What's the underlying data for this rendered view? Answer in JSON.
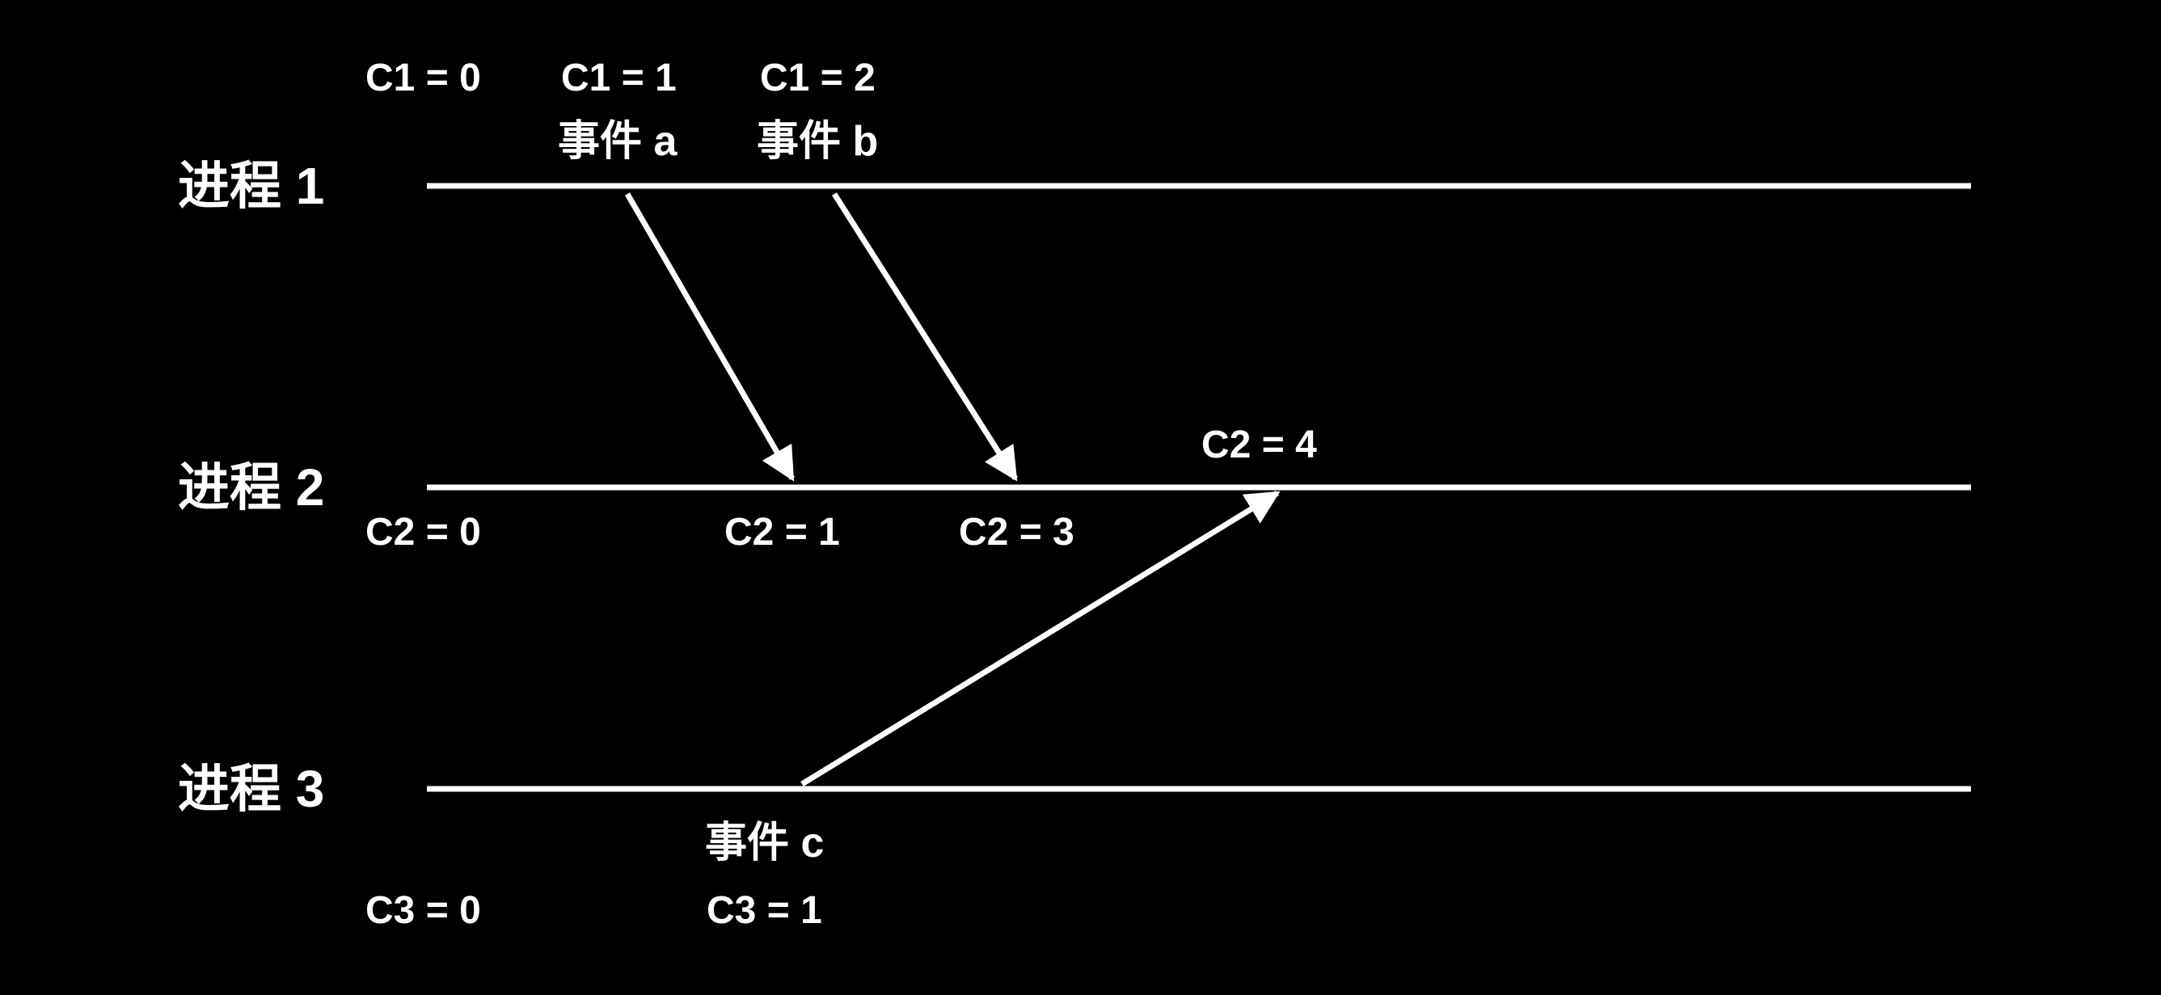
{
  "colors": {
    "background": "#000000",
    "foreground": "#ffffff"
  },
  "processes": [
    {
      "label": "进程 1"
    },
    {
      "label": "进程 2"
    },
    {
      "label": "进程 3"
    }
  ],
  "clocks": {
    "c1_0": "C1 = 0",
    "c1_1": "C1 = 1",
    "c1_2": "C1 = 2",
    "c2_0": "C2 = 0",
    "c2_1": "C2 = 1",
    "c2_3": "C2 = 3",
    "c2_4": "C2 = 4",
    "c3_0": "C3 = 0",
    "c3_1": "C3 = 1"
  },
  "events": {
    "a": "事件 a",
    "b": "事件 b",
    "c": "事件 c"
  }
}
